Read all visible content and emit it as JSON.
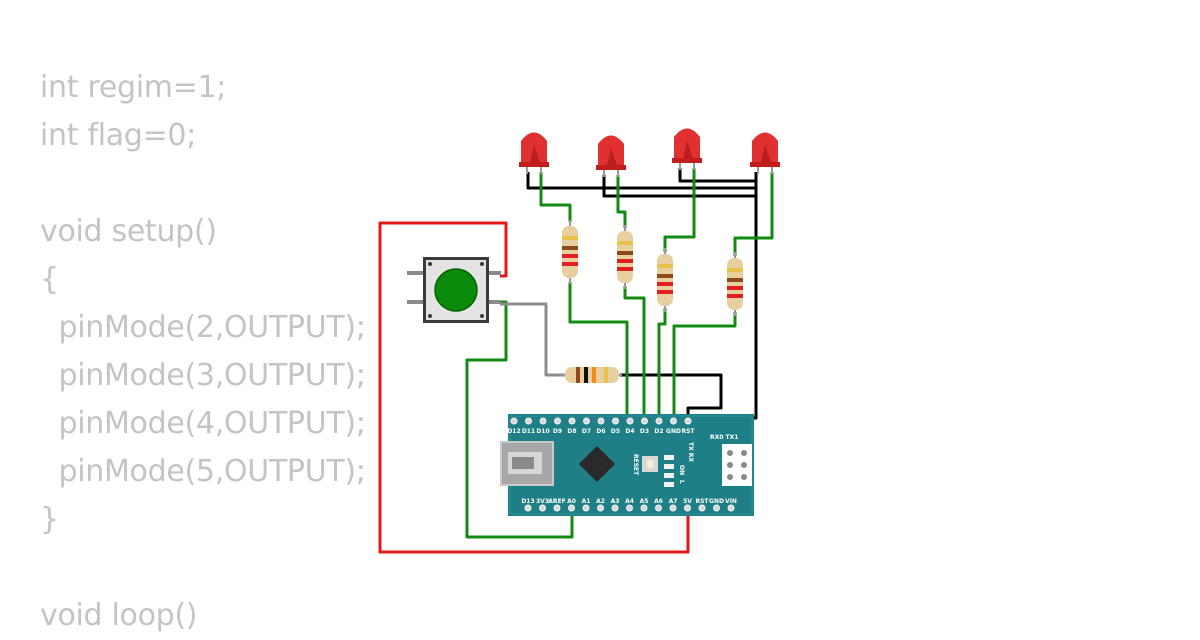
{
  "code_lines": [
    "int regim=1;",
    "int flag=0;",
    "",
    "void setup()",
    "{",
    "  pinMode(2,OUTPUT);",
    "  pinMode(3,OUTPUT);",
    "  pinMode(4,OUTPUT);",
    "  pinMode(5,OUTPUT);",
    "}",
    "",
    "void loop()"
  ],
  "board": {
    "top_pins": [
      "D12",
      "D11",
      "D10",
      "D9",
      "D8",
      "D7",
      "D6",
      "D5",
      "D4",
      "D3",
      "D2",
      "GND",
      "RST"
    ],
    "bottom_pins": [
      "D13",
      "3V3",
      "AREF",
      "A0",
      "A1",
      "A2",
      "A3",
      "A4",
      "A5",
      "A6",
      "A7",
      "5V",
      "RST",
      "GND",
      "VIN"
    ],
    "rx0_tx1": "RX0 TX1",
    "reset": "RESET",
    "tx_rx": "TX RX",
    "on": "ON",
    "l": "L"
  },
  "colors": {
    "led": "#e03030",
    "button_cap": "#0a8a0a",
    "board": "#1f7f86",
    "wire_red": "#e01818",
    "wire_green": "#138a13",
    "wire_black": "#000000",
    "wire_gray": "#8c8c8c"
  }
}
